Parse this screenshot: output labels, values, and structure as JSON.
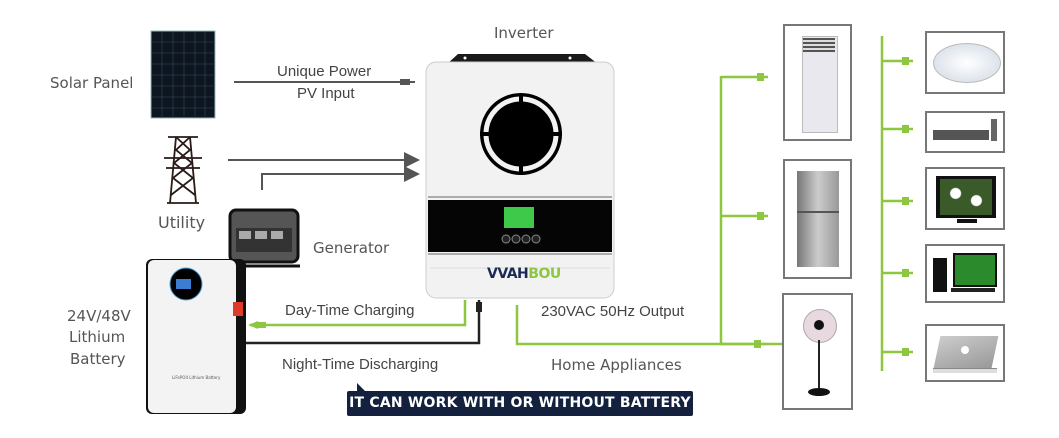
{
  "diagram": {
    "title": "Inverter system connection diagram",
    "labels": {
      "solar_panel": "Solar Panel",
      "utility": "Utility",
      "generator": "Generator",
      "battery_line1": "24V/48V",
      "battery_line2": "Lithium",
      "battery_line3": "Battery",
      "inverter": "Inverter",
      "pv_line1": "Unique Power",
      "pv_line2": "PV Input",
      "day_charging": "Day-Time Charging",
      "night_discharging": "Night-Time Discharging",
      "output": "230VAC 50Hz Output",
      "home_appliances": "Home Appliances"
    },
    "banner": "IT CAN WORK WITH OR WITHOUT BATTERY",
    "brand": {
      "part1": "VVAH",
      "part2": "BOU"
    },
    "battery_label": "LiFePO4 Lithium Battery",
    "appliances_left": [
      "air-conditioner",
      "refrigerator",
      "standing-fan"
    ],
    "appliances_right": [
      "ceiling-lamp",
      "dvd-player",
      "television",
      "desktop-computer",
      "laptop"
    ],
    "colors": {
      "green_line": "#8dc63f",
      "dark_line": "#222222",
      "gray_line": "#555555",
      "banner_bg": "#13213f",
      "brand_dark": "#1a2a57",
      "brand_green": "#8dc63f"
    }
  }
}
